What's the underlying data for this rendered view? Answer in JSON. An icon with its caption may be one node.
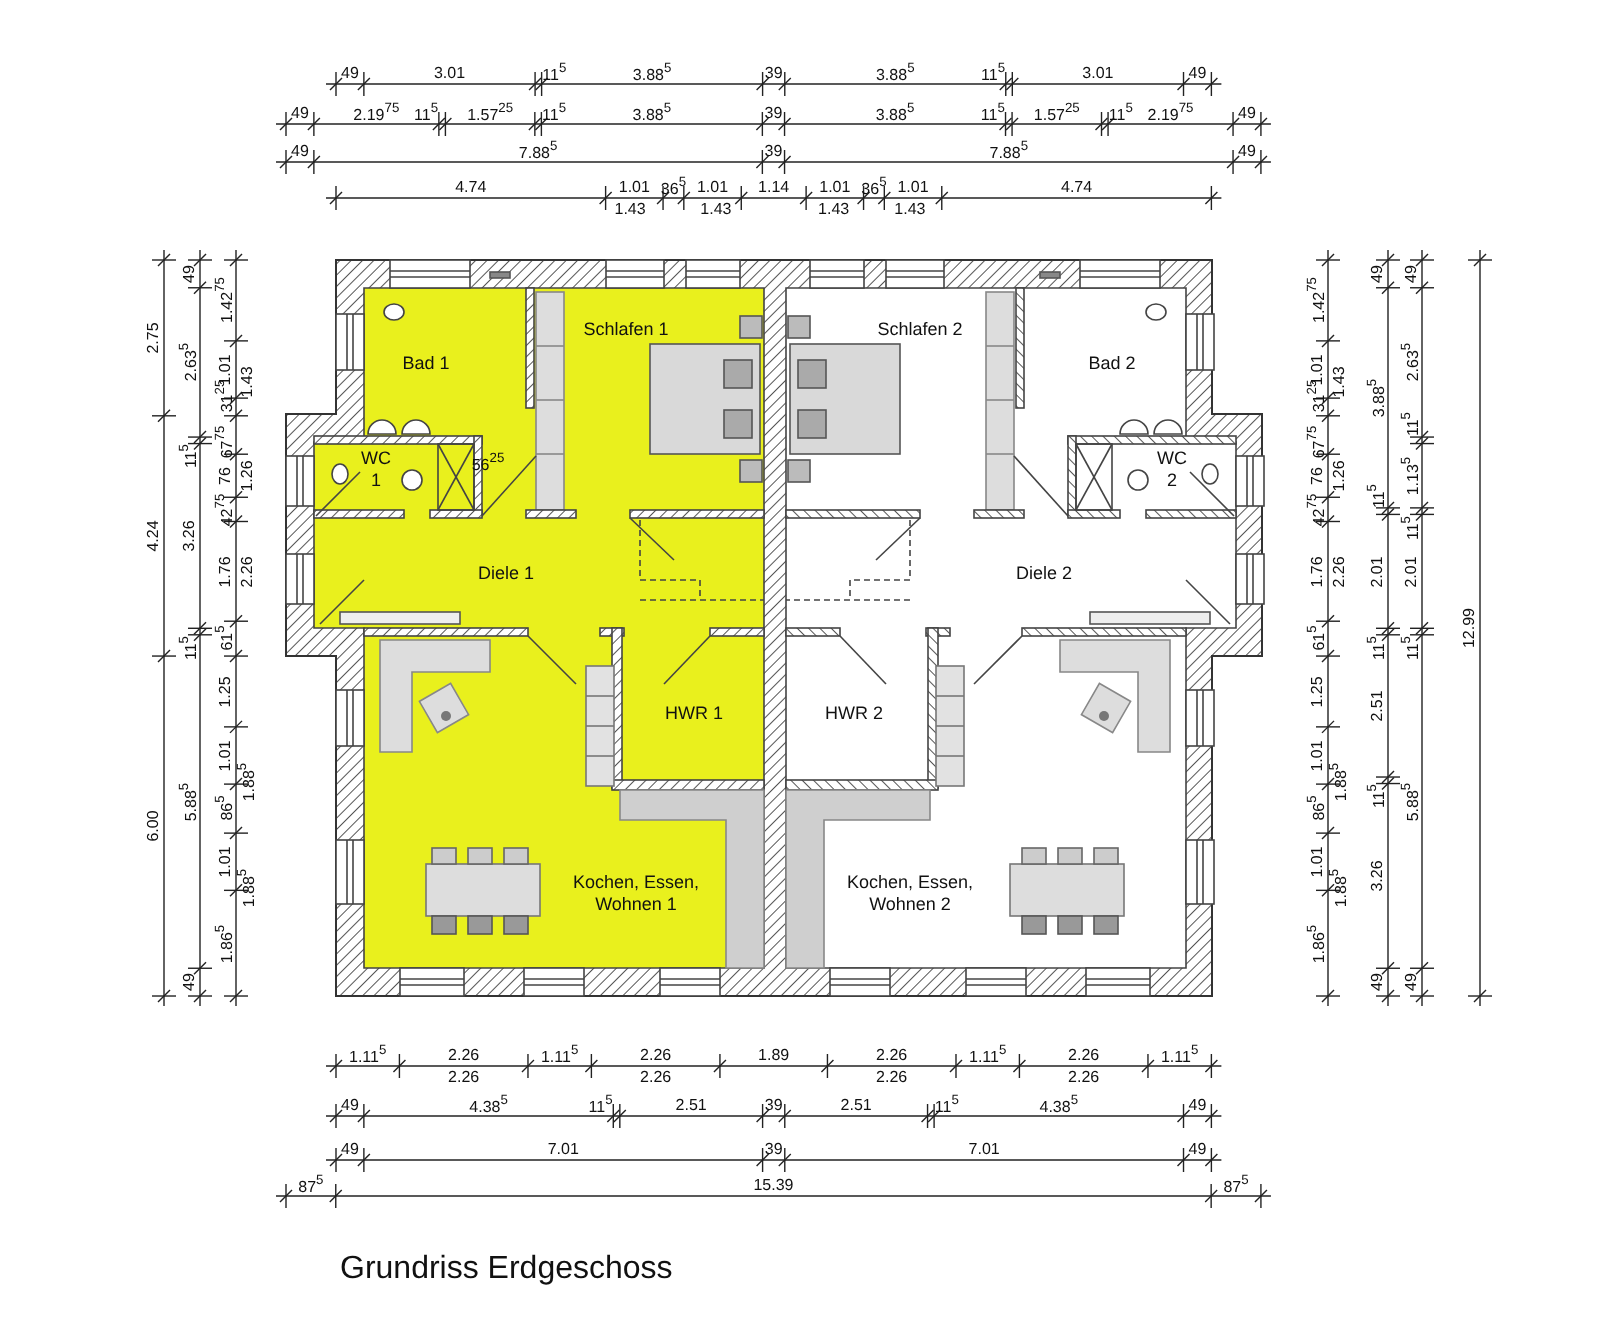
{
  "diagram": {
    "caption": "Grundriss Erdgeschoss",
    "nodes": [
      {
        "text": [
          "Bad 1"
        ]
      },
      {
        "text": [
          "Schlafen 1"
        ]
      },
      {
        "text": [
          "Schlafen 2"
        ]
      },
      {
        "text": [
          "Bad 2"
        ]
      },
      {
        "text": [
          "WC 1"
        ]
      },
      {
        "text": [
          "WC 2"
        ]
      },
      {
        "text": [
          "Diele 1"
        ]
      },
      {
        "text": [
          "Diele 2"
        ]
      },
      {
        "text": [
          "HWR 1"
        ]
      },
      {
        "text": [
          "HWR 2"
        ]
      },
      {
        "text": [
          "Kochen, Essen, Wohnen 1"
        ]
      },
      {
        "text": [
          "Kochen, Essen, Wohnen 2"
        ]
      }
    ],
    "labels": [
      "49",
      "3.01",
      "11$^{5}$",
      "3.88$^{5}$",
      "39",
      "3.88$^{5}$",
      "11$^{5}$",
      "3.01",
      "49",
      "49",
      "2.19$^{75}$",
      "11$^{5}$",
      "1.57$^{25}$",
      "11$^{5}$",
      "3.88$^{5}$",
      "39",
      "3.88$^{5}$",
      "11$^{5}$",
      "1.57$^{25}$",
      "11$^{5}$",
      "2.19$^{75}$",
      "49",
      "49",
      "7.88$^{5}$",
      "39",
      "7.88$^{5}$",
      "49",
      "4.74",
      "1.01",
      "36$^{5}$",
      "1.01",
      "1.14",
      "1.01",
      "36$^{5}$",
      "1.01",
      "4.74",
      "1.43",
      "1.43",
      "1.43",
      "1.43",
      "2.75",
      "4.24",
      "6.00",
      "49",
      "2.63$^{5}$",
      "11$^{5}$",
      "3.26",
      "11$^{5}$",
      "5.88$^{5}$",
      "49",
      "1.42$^{75}$",
      "1.01",
      "31$^{25}$",
      "67$^{75}$",
      "76",
      "42$^{75}$",
      "1.76",
      "61$^{5}$",
      "1.25",
      "1.01",
      "86$^{5}$",
      "1.01",
      "1.86$^{5}$",
      "1.43",
      "1.26",
      "2.26",
      "1.88$^{5}$",
      "1.88$^{5}$",
      "56$^{25}$",
      "1.42$^{75}$",
      "1.01",
      "31$^{25}$",
      "67$^{75}$",
      "76",
      "42$^{75}$",
      "1.76",
      "61$^{5}$",
      "1.25",
      "1.01",
      "86$^{5}$",
      "1.01",
      "1.86$^{5}$",
      "1.43",
      "1.26",
      "2.26",
      "1.88$^{5}$",
      "1.88$^{5}$",
      "49",
      "3.88$^{5}$",
      "11$^{5}$",
      "2.01",
      "11$^{5}$",
      "2.51",
      "11$^{5}$",
      "3.26",
      "49",
      "49",
      "2.63$^{5}$",
      "11$^{5}$",
      "1.13$^{5}$",
      "11$^{5}$",
      "2.01",
      "11$^{5}$",
      "5.88$^{5}$",
      "49",
      "12.99",
      "1.11$^{5}$",
      "2.26",
      "1.11$^{5}$",
      "2.26",
      "1.89",
      "2.26",
      "1.11$^{5}$",
      "2.26",
      "1.11$^{5}$",
      "2.26",
      "2.26",
      "2.26",
      "2.26",
      "49",
      "4.38$^{5}$",
      "11$^{5}$",
      "2.51",
      "39",
      "2.51",
      "11$^{5}$",
      "4.38$^{5}$",
      "49",
      "49",
      "7.01",
      "39",
      "7.01",
      "49",
      "87$^{5}$",
      "15.39",
      "87$^{5}$"
    ]
  }
}
